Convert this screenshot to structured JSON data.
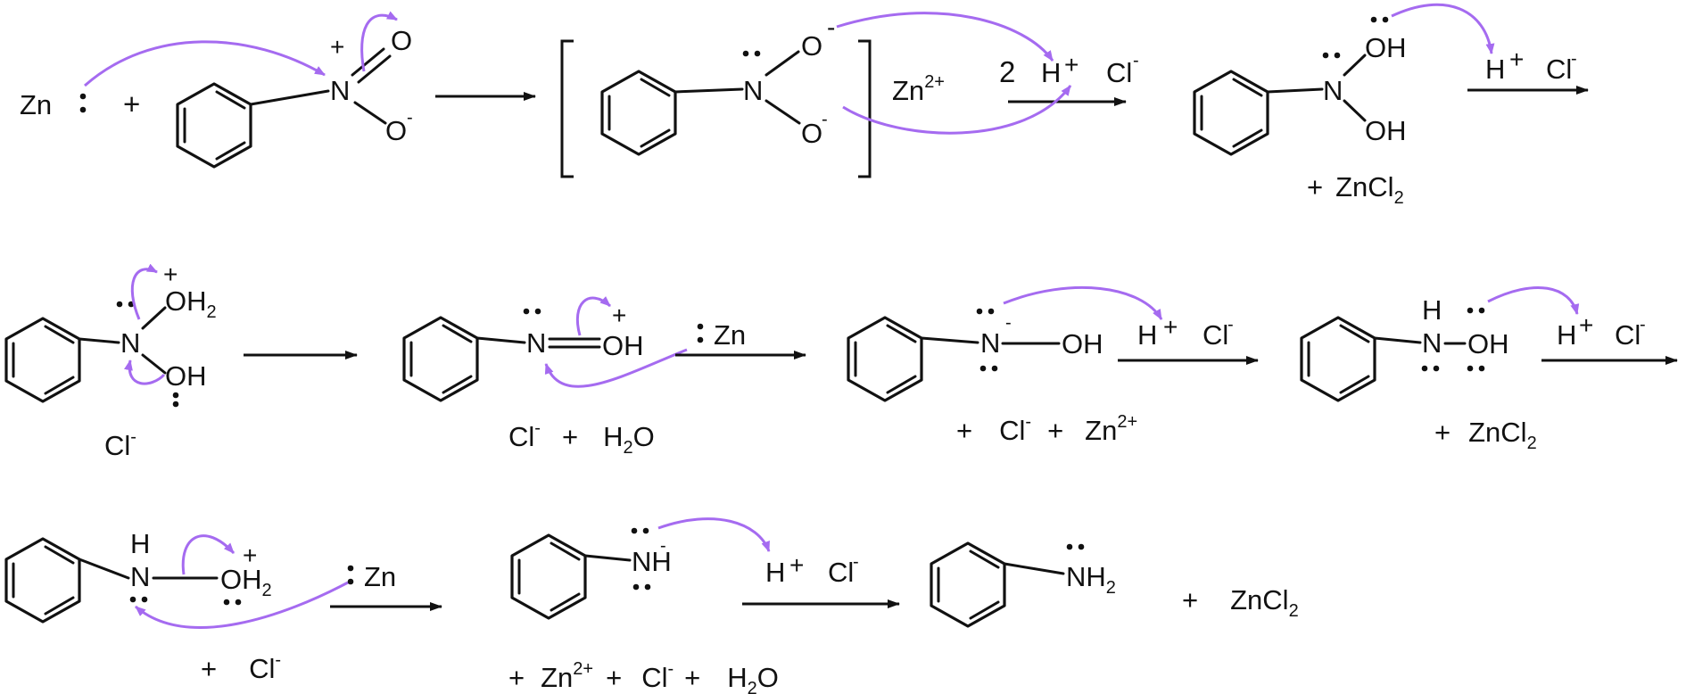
{
  "colors": {
    "ink": "#111111",
    "curved_arrow": "#a56bf0",
    "background": "#ffffff"
  },
  "row1": {
    "zn": "Zn",
    "plus": "+",
    "nitro_n": "N",
    "nitro_o_double": "O",
    "nitro_o_single": "O",
    "charge_plus": "+",
    "charge_minus": "-",
    "int1_n": "N",
    "int1_o": "O",
    "zn2_base": "Zn",
    "zn2_sup": "2+",
    "reagent_2": "2",
    "h": "H",
    "cl": "Cl",
    "oh": "OH",
    "zncl2_plus": "+",
    "zncl2_base": "ZnCl",
    "zncl2_sub": "2"
  },
  "row2": {
    "n": "N",
    "oh2_o": "OH",
    "oh2_sub": "2",
    "oh": "OH",
    "cl": "Cl",
    "nitroso_n": "N",
    "nitroso_oh": "OH",
    "h2o_h": "H",
    "h2o_sub": "2",
    "h2o_o": "O",
    "zn_reagent": "Zn",
    "n_minus": "N",
    "h": "H",
    "plus": "+",
    "zn2_base": "Zn",
    "zn2_sup": "2+",
    "nh_h": "H",
    "nh_n": "N",
    "oh_o": "OH",
    "zncl2_base": "ZnCl",
    "zncl2_sub": "2"
  },
  "row3": {
    "nh_h": "H",
    "nh_n": "N",
    "oh2_o": "OH",
    "oh2_sub": "2",
    "zn_reagent": "Zn",
    "plus": "+",
    "cl": "Cl",
    "nh_anion": "NH",
    "h": "H",
    "zn2_base": "Zn",
    "zn2_sup": "2+",
    "h2o_h": "H",
    "h2o_sub": "2",
    "h2o_o": "O",
    "aniline_nh": "NH",
    "aniline_sub": "2",
    "zncl2_base": "ZnCl",
    "zncl2_sub": "2"
  }
}
